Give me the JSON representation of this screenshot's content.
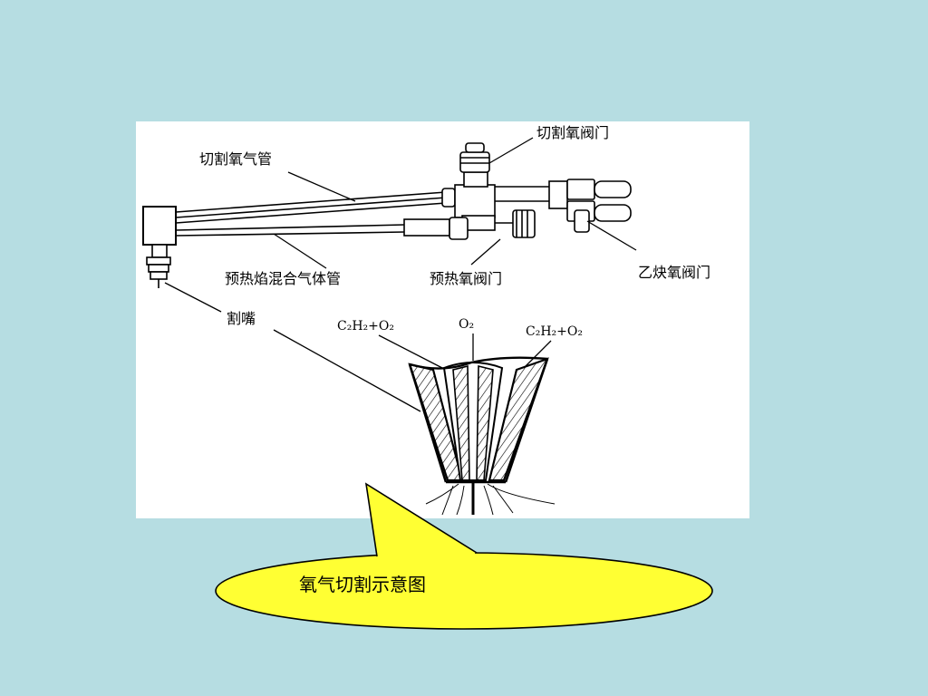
{
  "labels": {
    "cutting_oxygen_valve": "切割氧阀门",
    "cutting_oxygen_pipe": "切割氧气管",
    "preheat_mix_pipe": "预热焰混合气体管",
    "preheat_oxygen_valve": "预热氧阀门",
    "acetylene_valve": "乙炔氧阀门",
    "nozzle": "割嘴"
  },
  "gases": {
    "left": "C₂H₂+O₂",
    "center": "O₂",
    "right": "C₂H₂+O₂"
  },
  "caption": "氧气切割示意图",
  "colors": {
    "background": "#b6dde2",
    "panel": "#ffffff",
    "callout": "#ffff33"
  }
}
